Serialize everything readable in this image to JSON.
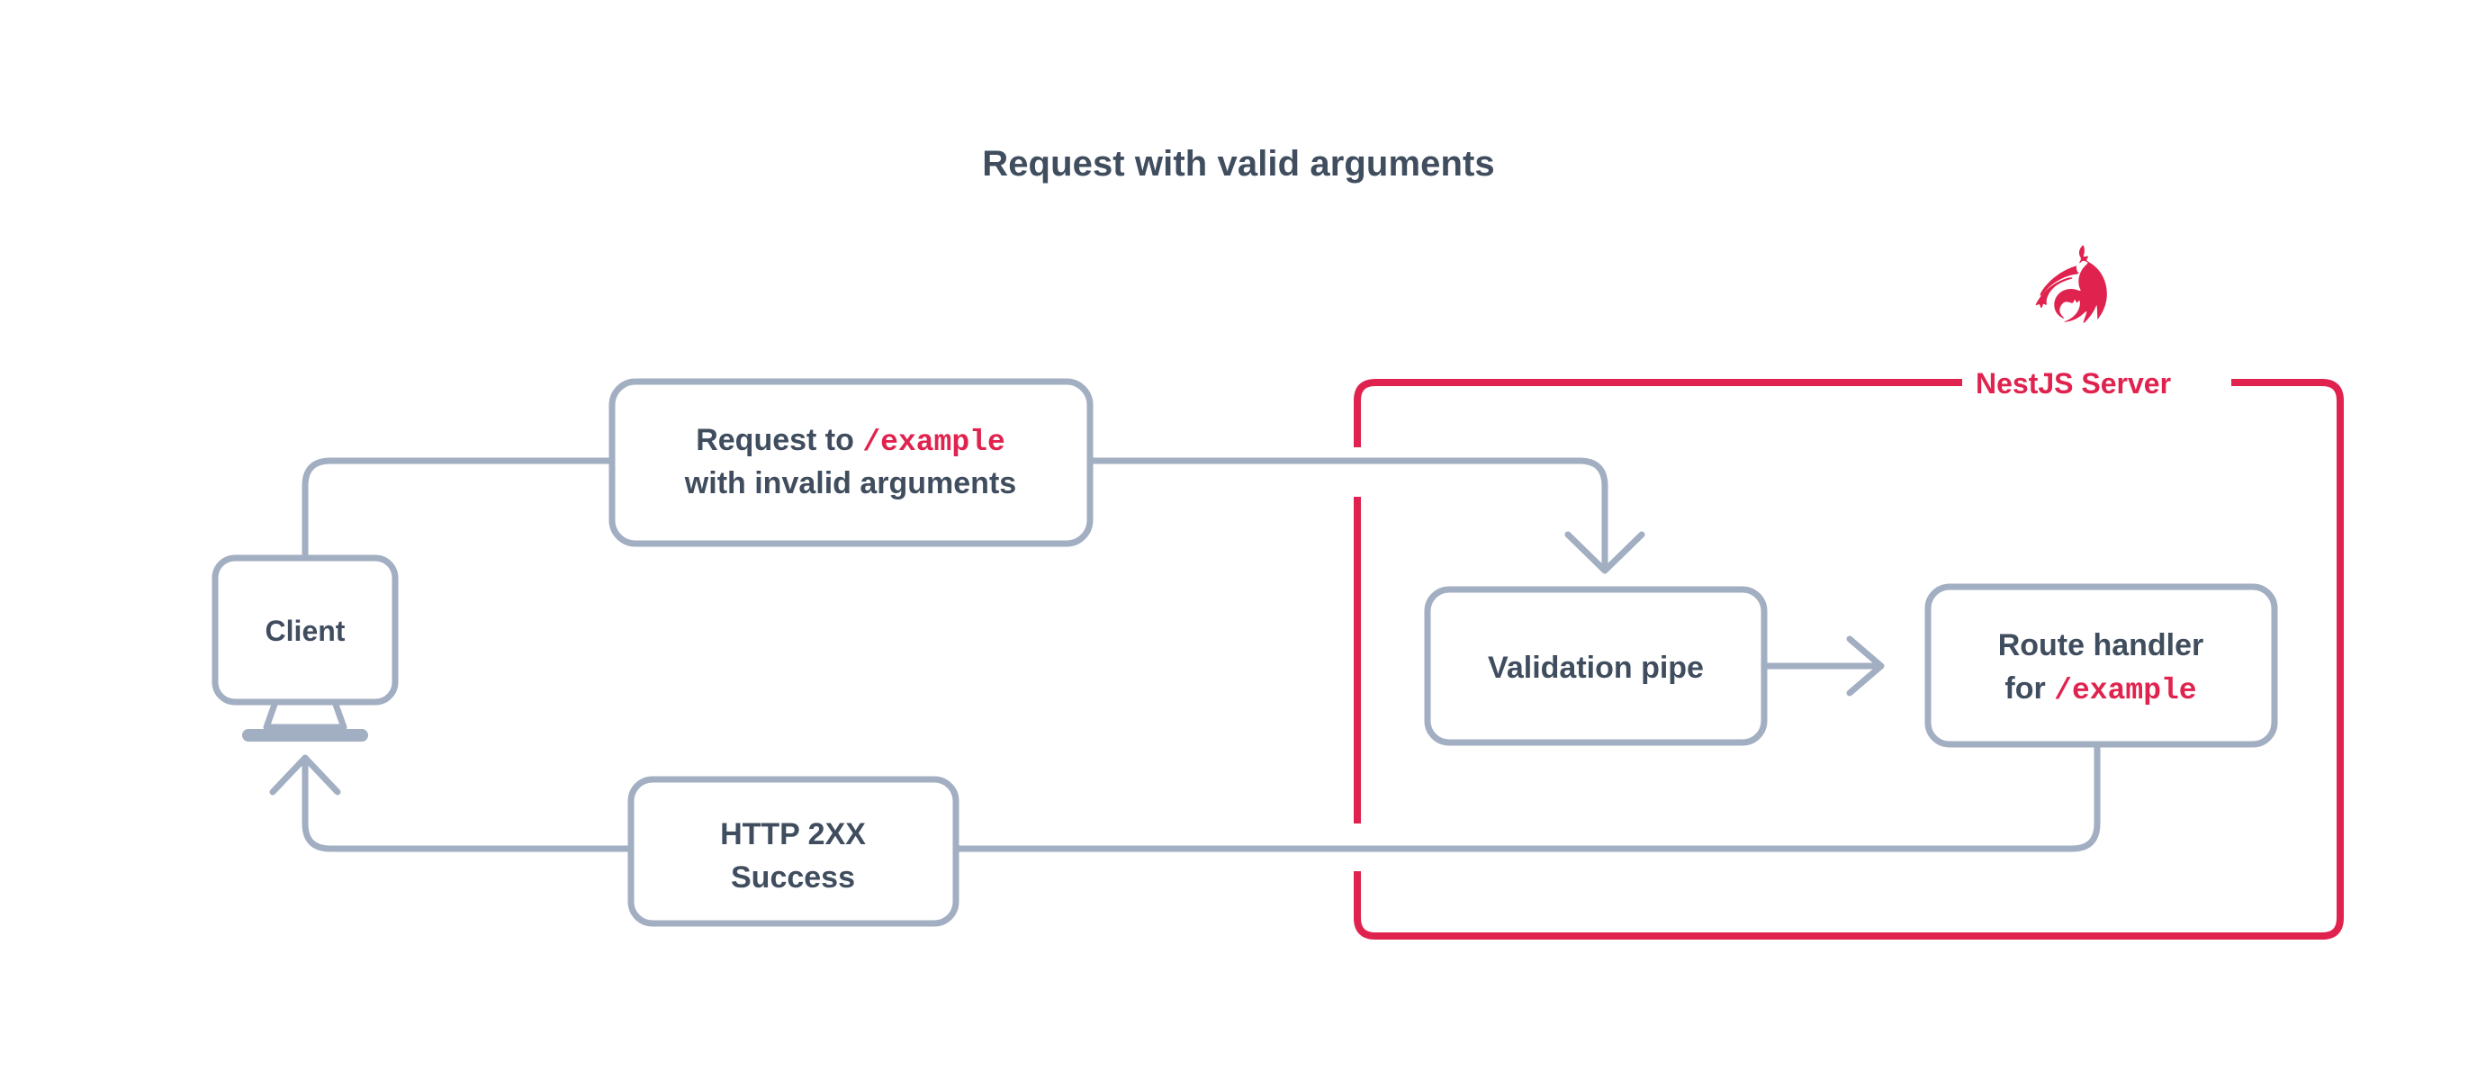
{
  "page": {
    "title": "Request with valid arguments",
    "background": "#ffffff"
  },
  "colors": {
    "accent_crimson": "#e0234e",
    "stroke_gray_blue": "#a2aec1",
    "text_slate": "#3f4d5e"
  },
  "client": {
    "label": "Client",
    "icon": "monitor-icon"
  },
  "server": {
    "label": "NestJS Server",
    "logo": "nestjs-cat-logo",
    "border_color": "#e0234e"
  },
  "nodes": {
    "request": {
      "line1_prefix": "Request to ",
      "line1_code": "/example",
      "line2": "with invalid arguments"
    },
    "validation_pipe": {
      "label": "Validation pipe"
    },
    "route_handler": {
      "line1": "Route handler",
      "line2_prefix": "for ",
      "line2_code": "/example"
    },
    "response": {
      "line1": "HTTP 2XX",
      "line2": "Success"
    }
  },
  "connectors": [
    {
      "name": "client-to-request",
      "from": "client",
      "to": "request-box",
      "arrow": false
    },
    {
      "name": "request-to-validation",
      "from": "request-box",
      "to": "validation-pipe",
      "arrow": true,
      "arrow_direction": "down"
    },
    {
      "name": "validation-to-route-handler",
      "from": "validation-pipe",
      "to": "route-handler",
      "arrow": true,
      "arrow_direction": "right"
    },
    {
      "name": "route-handler-to-response",
      "from": "route-handler",
      "to": "response-box",
      "arrow": false
    },
    {
      "name": "response-to-client",
      "from": "response-box",
      "to": "client",
      "arrow": true,
      "arrow_direction": "up"
    }
  ]
}
